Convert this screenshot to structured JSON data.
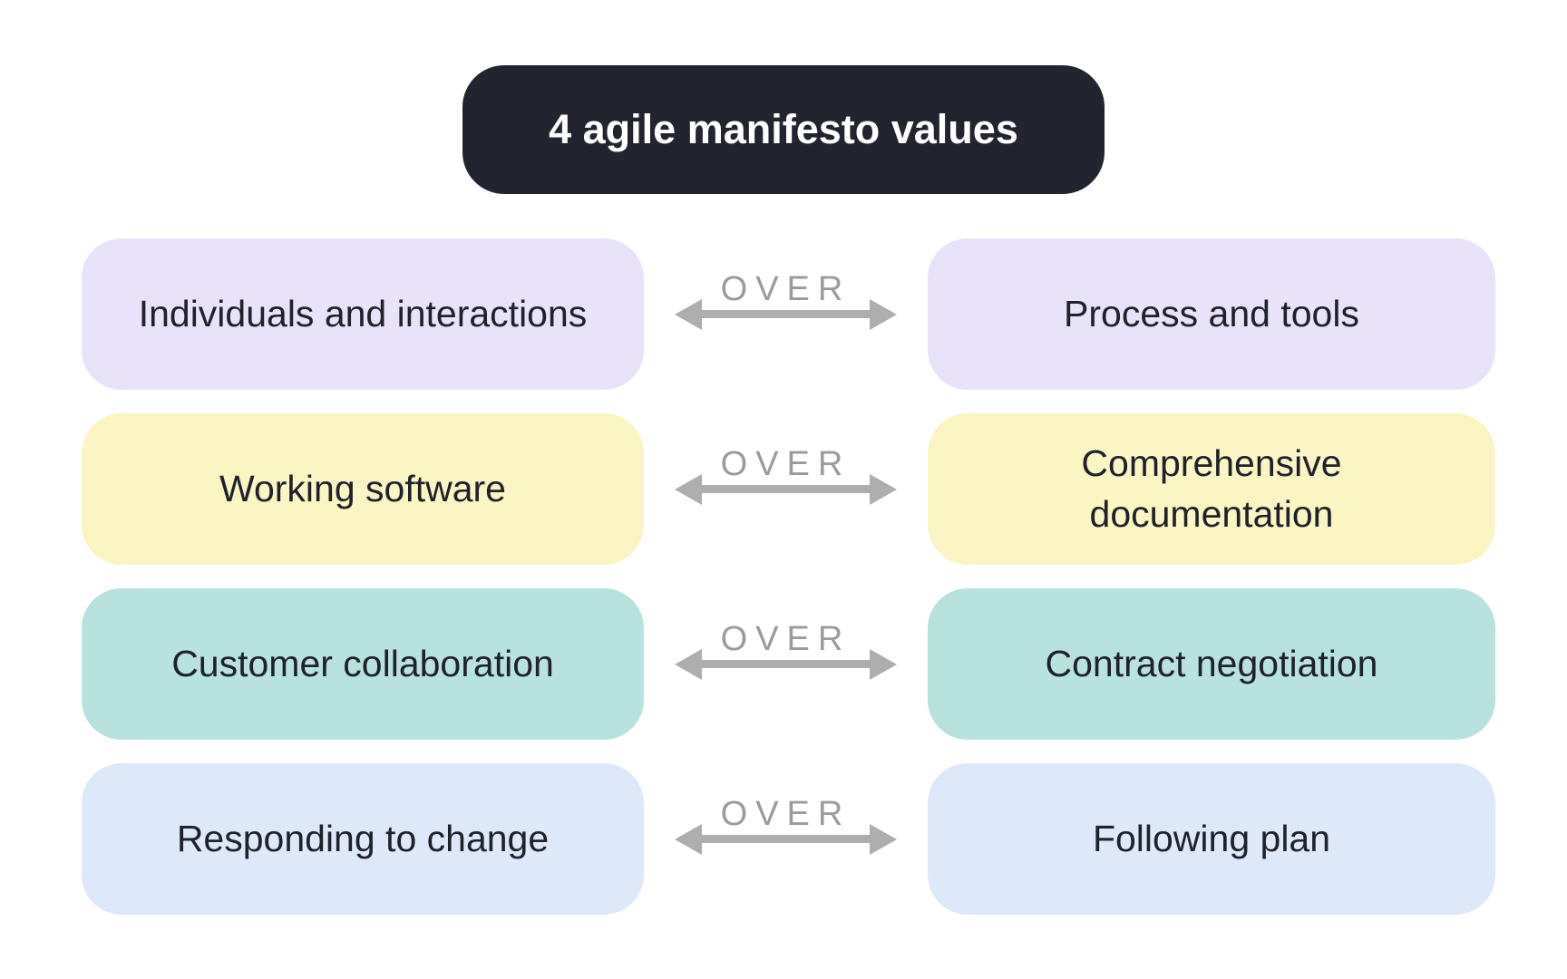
{
  "title": "4 agile manifesto values",
  "rows": [
    {
      "left": "Individuals and interactions",
      "over": "OVER",
      "right": "Process and tools",
      "color": "#e8e3fb"
    },
    {
      "left": "Working software",
      "over": "OVER",
      "right": "Comprehensive documentation",
      "color": "#fbf5c3"
    },
    {
      "left": "Customer collaboration",
      "over": "OVER",
      "right": "Contract negotiation",
      "color": "#b7e2de"
    },
    {
      "left": "Responding to change",
      "over": "OVER",
      "right": "Following plan",
      "color": "#dde9fb"
    }
  ],
  "colors": {
    "page_bg": "#ffffff",
    "title_bg": "#22242f",
    "title_text": "#ffffff",
    "label_text": "#1f212b",
    "over_text": "#9b9b9b",
    "arrow": "#aeaeae"
  }
}
